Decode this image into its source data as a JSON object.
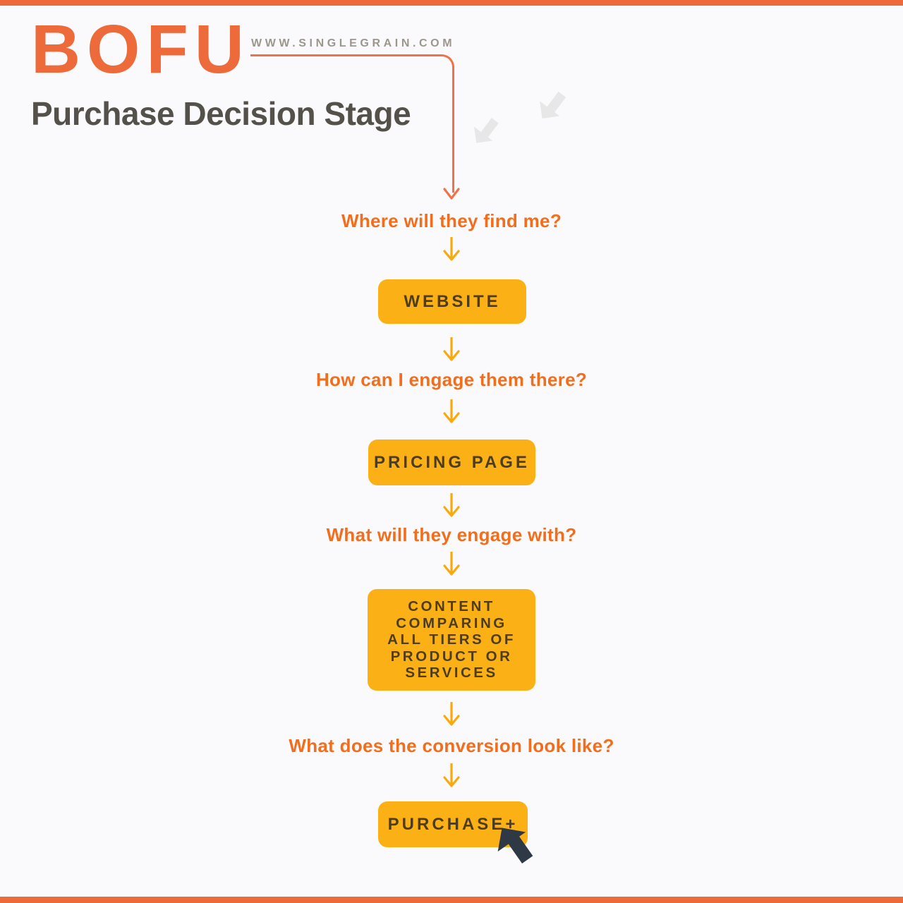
{
  "page": {
    "logo_text": "BOFU",
    "website_url": "WWW.SINGLEGRAIN.COM",
    "subtitle": "Purchase Decision Stage"
  },
  "flow": {
    "steps": [
      {
        "question": "Where will they find me?",
        "answer": "WEBSITE",
        "answer_lines": [
          "WEBSITE"
        ]
      },
      {
        "question": "How can I engage them there?",
        "answer": "PRICING PAGE",
        "answer_lines": [
          "PRICING PAGE"
        ]
      },
      {
        "question": "What will they engage with?",
        "answer": "CONTENT COMPARING ALL TIERS OF PRODUCT OR SERVICES",
        "answer_lines": [
          "CONTENT",
          "COMPARING",
          "ALL TIERS OF",
          "PRODUCT OR",
          "SERVICES"
        ]
      },
      {
        "question": "What does the conversion look like?",
        "answer": "PURCHASE+",
        "answer_lines": [
          "PURCHASE+"
        ]
      }
    ]
  },
  "icons": {
    "decor_arrow_right": "down-left-arrow-icon",
    "decor_arrow_left": "down-left-arrow-icon",
    "flow_arrow": "down-arrow-icon",
    "connector_arrowhead": "down-arrow-icon",
    "cursor": "cursor-arrow-icon"
  },
  "colors": {
    "brand_orange": "#ED6B3B",
    "connector_orange": "#EE7347",
    "question_orange": "#F26D1C",
    "arrow_gold": "#F8AA0D",
    "box_fill": "#FBB116",
    "box_text": "#4E3C1F",
    "subtitle_gray": "#54514A",
    "url_gray": "#9D968D",
    "decor_arrow_gray": "#E7E7E7",
    "cursor_dark": "#2F3945",
    "background": "#FAFAFC"
  }
}
